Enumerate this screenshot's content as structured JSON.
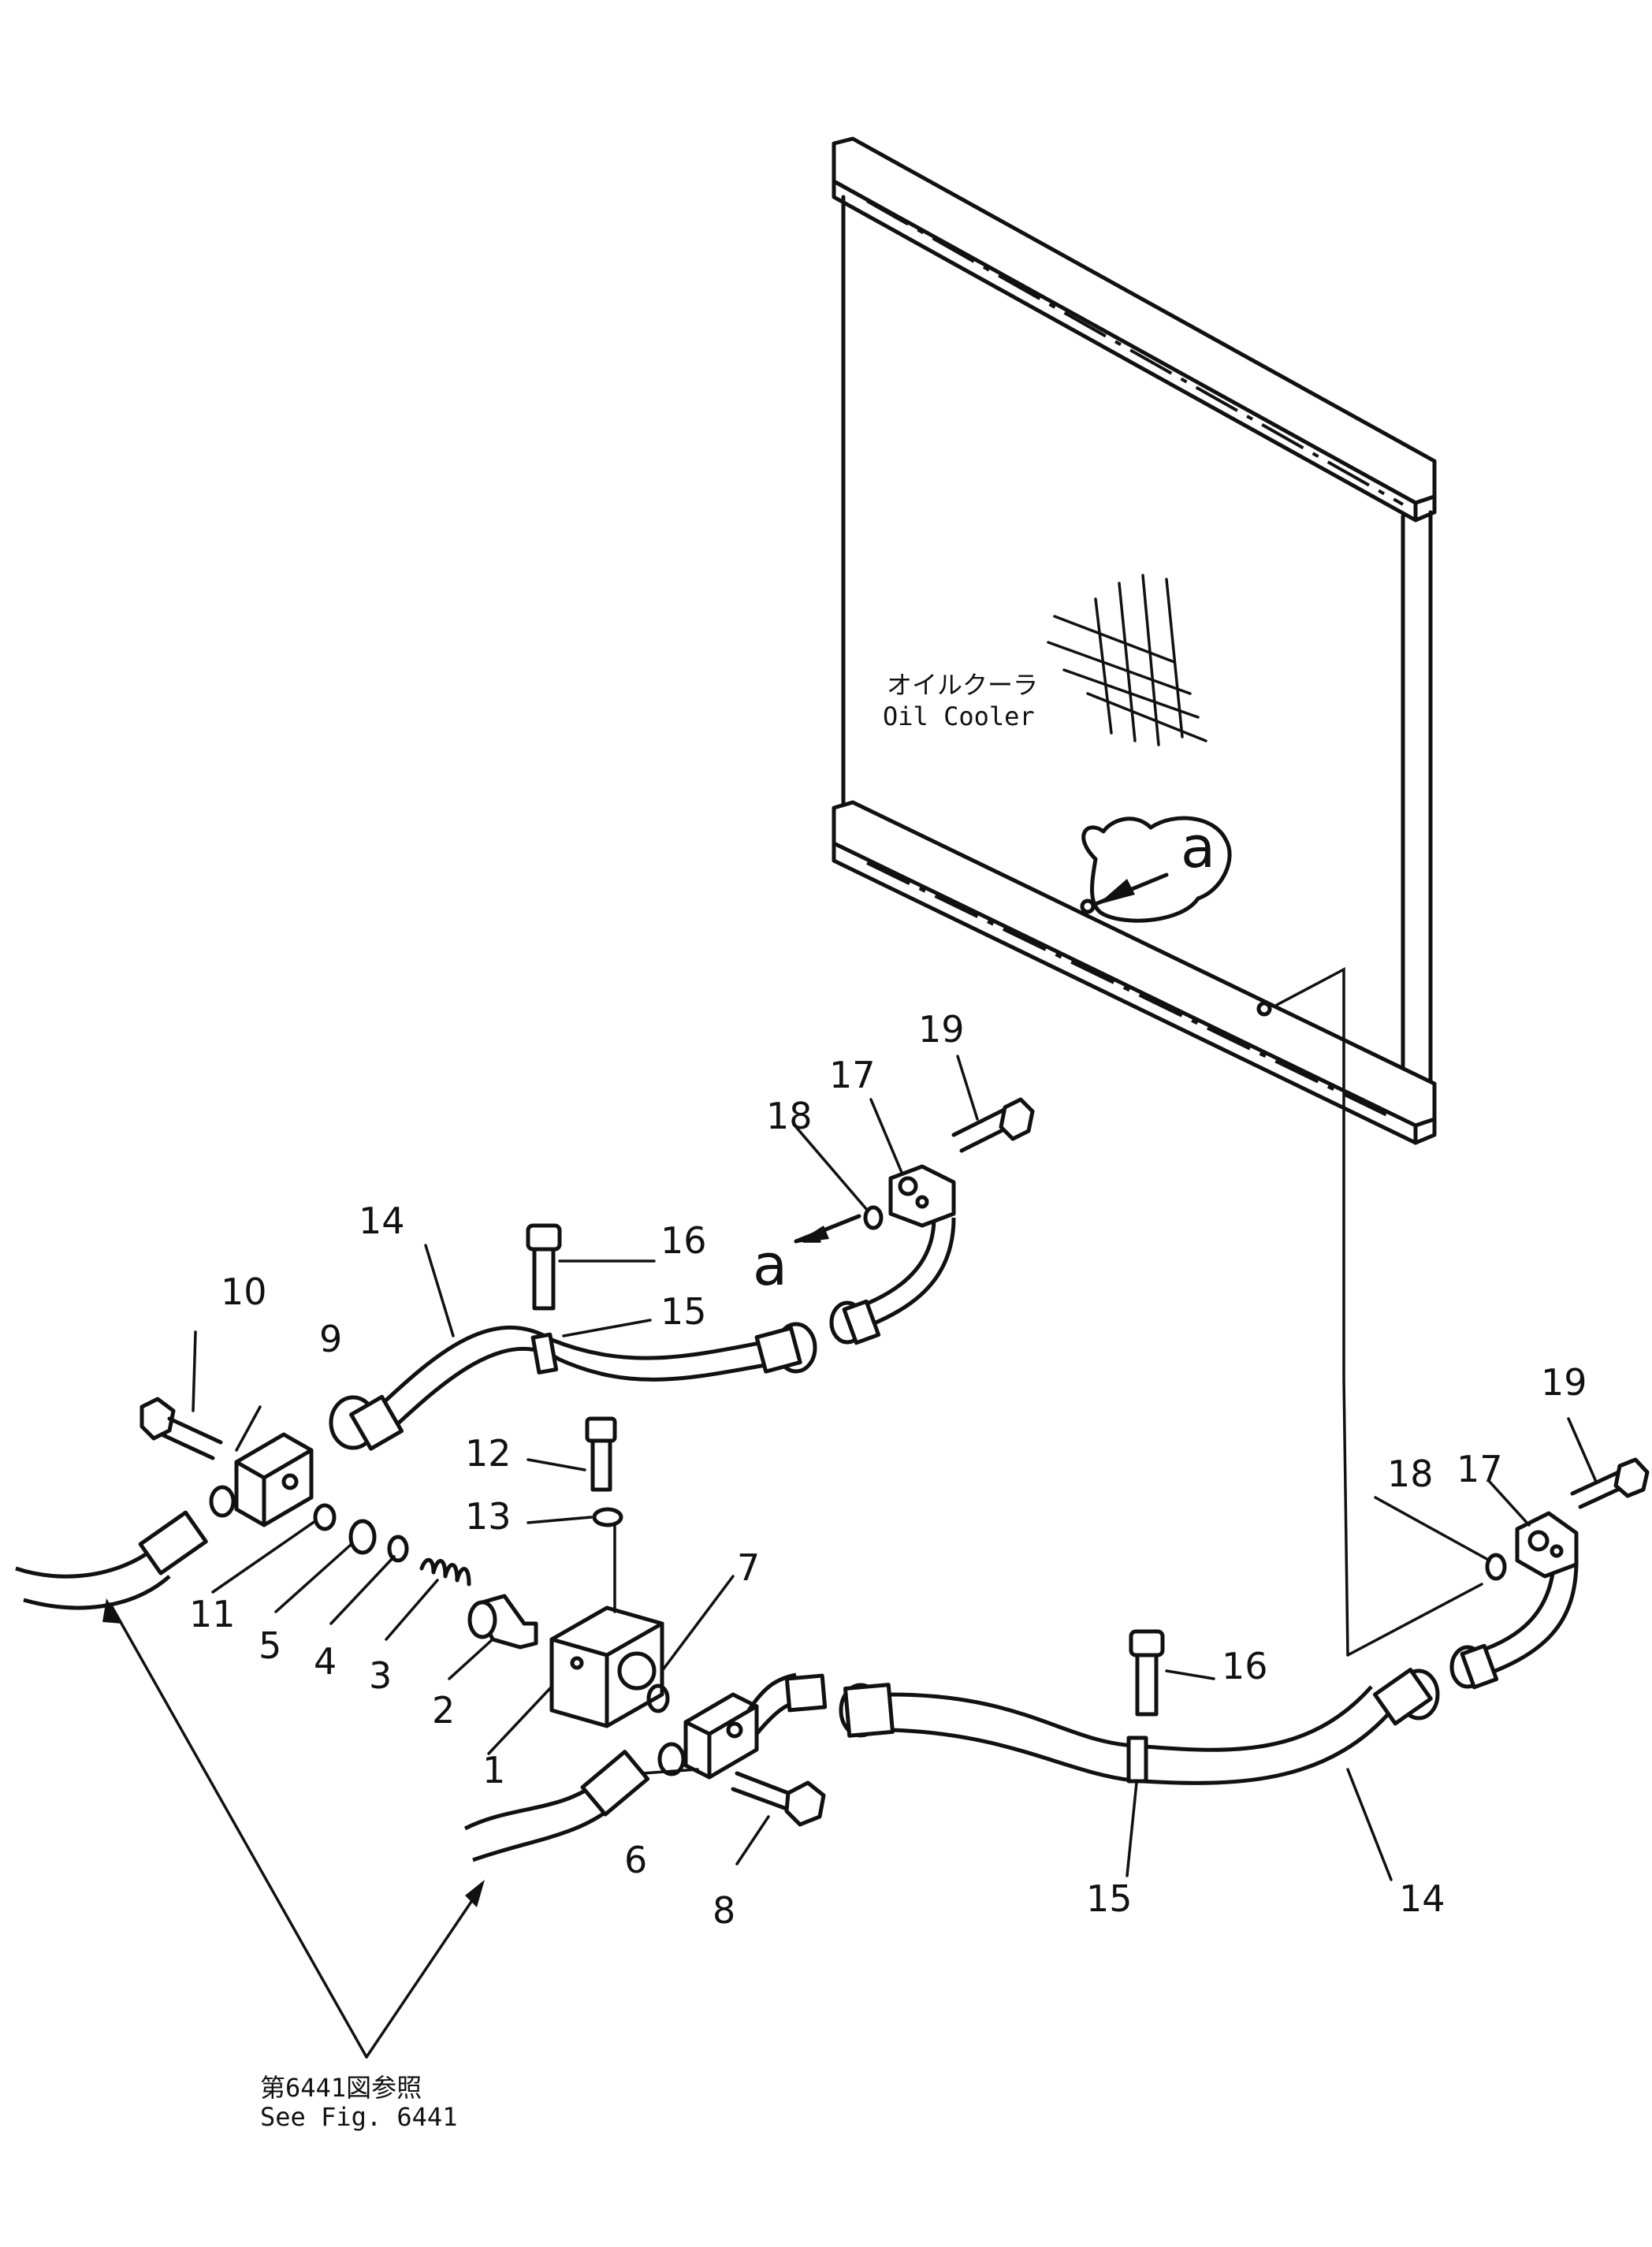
{
  "oil_cooler": {
    "label_jp": "オイルクーラ",
    "label_en": "Oil Cooler"
  },
  "view_ref": "a",
  "see_fig": {
    "label_jp": "第6441図参照",
    "label_en": "See Fig. 6441"
  },
  "callouts": [
    {
      "id": "c1",
      "text": "1"
    },
    {
      "id": "c2",
      "text": "2"
    },
    {
      "id": "c3",
      "text": "3"
    },
    {
      "id": "c4",
      "text": "4"
    },
    {
      "id": "c5",
      "text": "5"
    },
    {
      "id": "c6",
      "text": "6"
    },
    {
      "id": "c7",
      "text": "7"
    },
    {
      "id": "c8",
      "text": "8"
    },
    {
      "id": "c9",
      "text": "9"
    },
    {
      "id": "c10",
      "text": "10"
    },
    {
      "id": "c11",
      "text": "11"
    },
    {
      "id": "c12",
      "text": "12"
    },
    {
      "id": "c13",
      "text": "13"
    },
    {
      "id": "c14a",
      "text": "14"
    },
    {
      "id": "c14b",
      "text": "14"
    },
    {
      "id": "c15a",
      "text": "15"
    },
    {
      "id": "c15b",
      "text": "15"
    },
    {
      "id": "c16a",
      "text": "16"
    },
    {
      "id": "c16b",
      "text": "16"
    },
    {
      "id": "c17a",
      "text": "17"
    },
    {
      "id": "c17b",
      "text": "17"
    },
    {
      "id": "c18a",
      "text": "18"
    },
    {
      "id": "c18b",
      "text": "18"
    },
    {
      "id": "c19a",
      "text": "19"
    },
    {
      "id": "c19b",
      "text": "19"
    }
  ]
}
